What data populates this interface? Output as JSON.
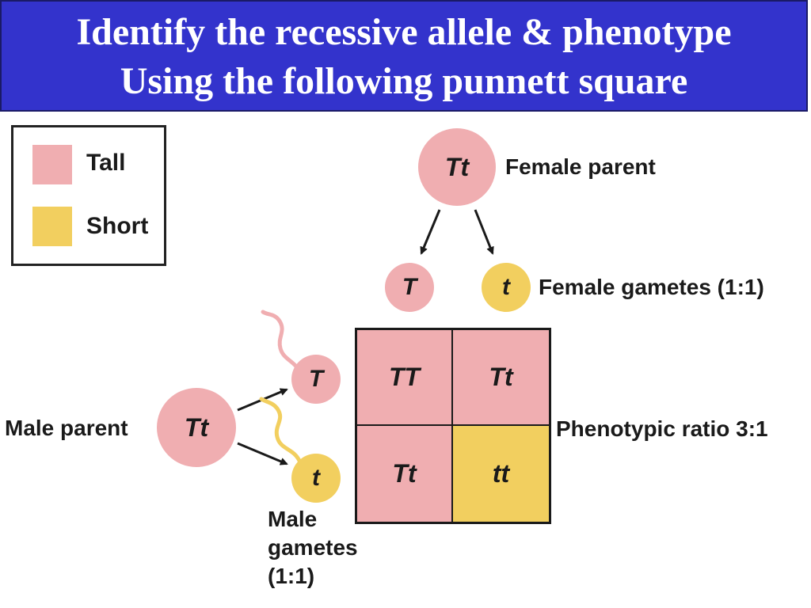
{
  "header": {
    "line1": "Identify the recessive allele & phenotype",
    "line2": "Using the following punnett square"
  },
  "legend": {
    "items": [
      {
        "label": "Tall",
        "color": "#f0aeb1"
      },
      {
        "label": "Short",
        "color": "#f2cf5f"
      }
    ]
  },
  "female": {
    "parent_genotype": "Tt",
    "parent_label": "Female parent",
    "gamete1": "T",
    "gamete2": "t",
    "gametes_label": "Female gametes (1:1)"
  },
  "male": {
    "parent_genotype": "Tt",
    "parent_label": "Male parent",
    "gamete1": "T",
    "gamete2": "t",
    "gametes_label_line1": "Male",
    "gametes_label_line2": "gametes",
    "gametes_label_line3": "(1:1)"
  },
  "punnett": {
    "cells": [
      {
        "genotype": "TT",
        "phenotype": "Tall"
      },
      {
        "genotype": "Tt",
        "phenotype": "Tall"
      },
      {
        "genotype": "Tt",
        "phenotype": "Tall"
      },
      {
        "genotype": "tt",
        "phenotype": "Short"
      }
    ]
  },
  "phenotypic_ratio_label": "Phenotypic ratio 3:1",
  "colors": {
    "header_bg": "#3333cc",
    "tall": "#f0aeb1",
    "short": "#f2cf5f"
  }
}
